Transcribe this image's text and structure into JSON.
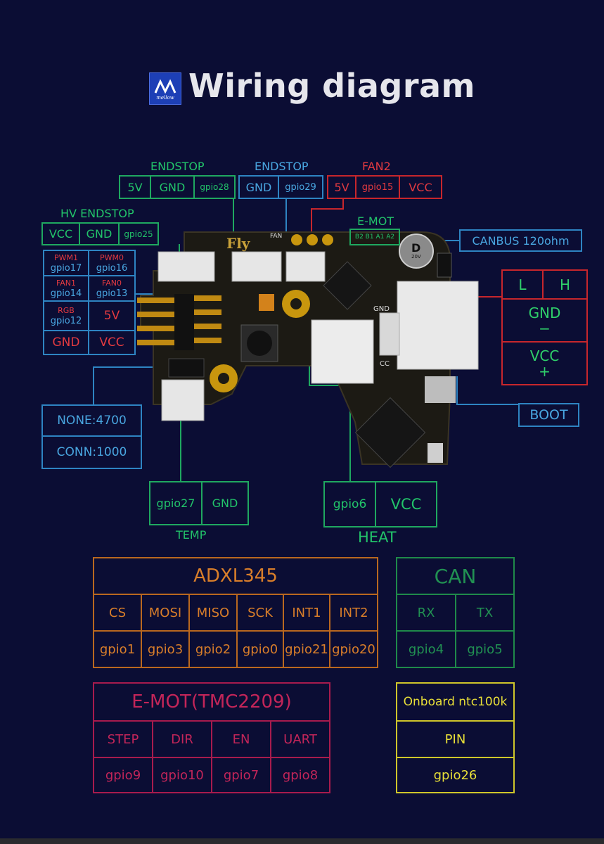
{
  "title": "Wiring diagram",
  "logo_text": "mellow",
  "board": {
    "fly": "Fly",
    "fan_label": "FAN",
    "gnd": "GND",
    "cc": "CC",
    "d": "D",
    "cap": "20V"
  },
  "endstop_left": {
    "label": "ENDSTOP",
    "pins": [
      "5V",
      "GND",
      "gpio28"
    ]
  },
  "endstop_mid": {
    "label": "ENDSTOP",
    "pins": [
      "GND",
      "gpio29"
    ]
  },
  "fan2": {
    "label": "FAN2",
    "pins": [
      "5V",
      "gpio15",
      "VCC"
    ]
  },
  "hv_endstop": {
    "label": "HV ENDSTOP",
    "pins": [
      "VCC",
      "GND",
      "gpio25"
    ]
  },
  "emot": {
    "label": "E-MOT",
    "pins": "B2 B1 A1 A2"
  },
  "canbus": "CANBUS 120ohm",
  "can_lh": {
    "L": "L",
    "H": "H",
    "gnd": "GND",
    "minus": "−",
    "vcc": "VCC",
    "plus": "+"
  },
  "fan_pins": {
    "pwm1": "PWM1",
    "gpio17": "gpio17",
    "pwm0": "PWM0",
    "gpio16": "gpio16",
    "fan1": "FAN1",
    "gpio14": "gpio14",
    "fan0": "FAN0",
    "gpio13": "gpio13",
    "rgb": "RGB",
    "gpio12": "gpio12",
    "v5": "5V",
    "gnd": "GND",
    "vcc": "VCC"
  },
  "none_conn": {
    "none": "NONE:4700",
    "conn": "CONN:1000"
  },
  "boot": "BOOT",
  "temp": {
    "label": "TEMP",
    "pins": [
      "gpio27",
      "GND"
    ]
  },
  "heat": {
    "label": "HEAT",
    "pins": [
      "gpio6",
      "VCC"
    ]
  },
  "adxl": {
    "title": "ADXL345",
    "headers": [
      "CS",
      "MOSI",
      "MISO",
      "SCK",
      "INT1",
      "INT2"
    ],
    "values": [
      "gpio1",
      "gpio3",
      "gpio2",
      "gpio0",
      "gpio21",
      "gpio20"
    ]
  },
  "can": {
    "title": "CAN",
    "headers": [
      "RX",
      "TX"
    ],
    "values": [
      "gpio4",
      "gpio5"
    ]
  },
  "emot_table": {
    "title": "E-MOT(TMC2209)",
    "headers": [
      "STEP",
      "DIR",
      "EN",
      "UART"
    ],
    "values": [
      "gpio9",
      "gpio10",
      "gpio7",
      "gpio8"
    ]
  },
  "ntc": {
    "title": "Onboard ntc100k",
    "header": "PIN",
    "value": "gpio26"
  },
  "colors": {
    "background": "#0b0d34",
    "green": "#22c46a",
    "blue": "#49a6e0",
    "red": "#e33a40",
    "orange": "#d97e2a",
    "magenta": "#c32559",
    "yellow": "#e8df38"
  }
}
